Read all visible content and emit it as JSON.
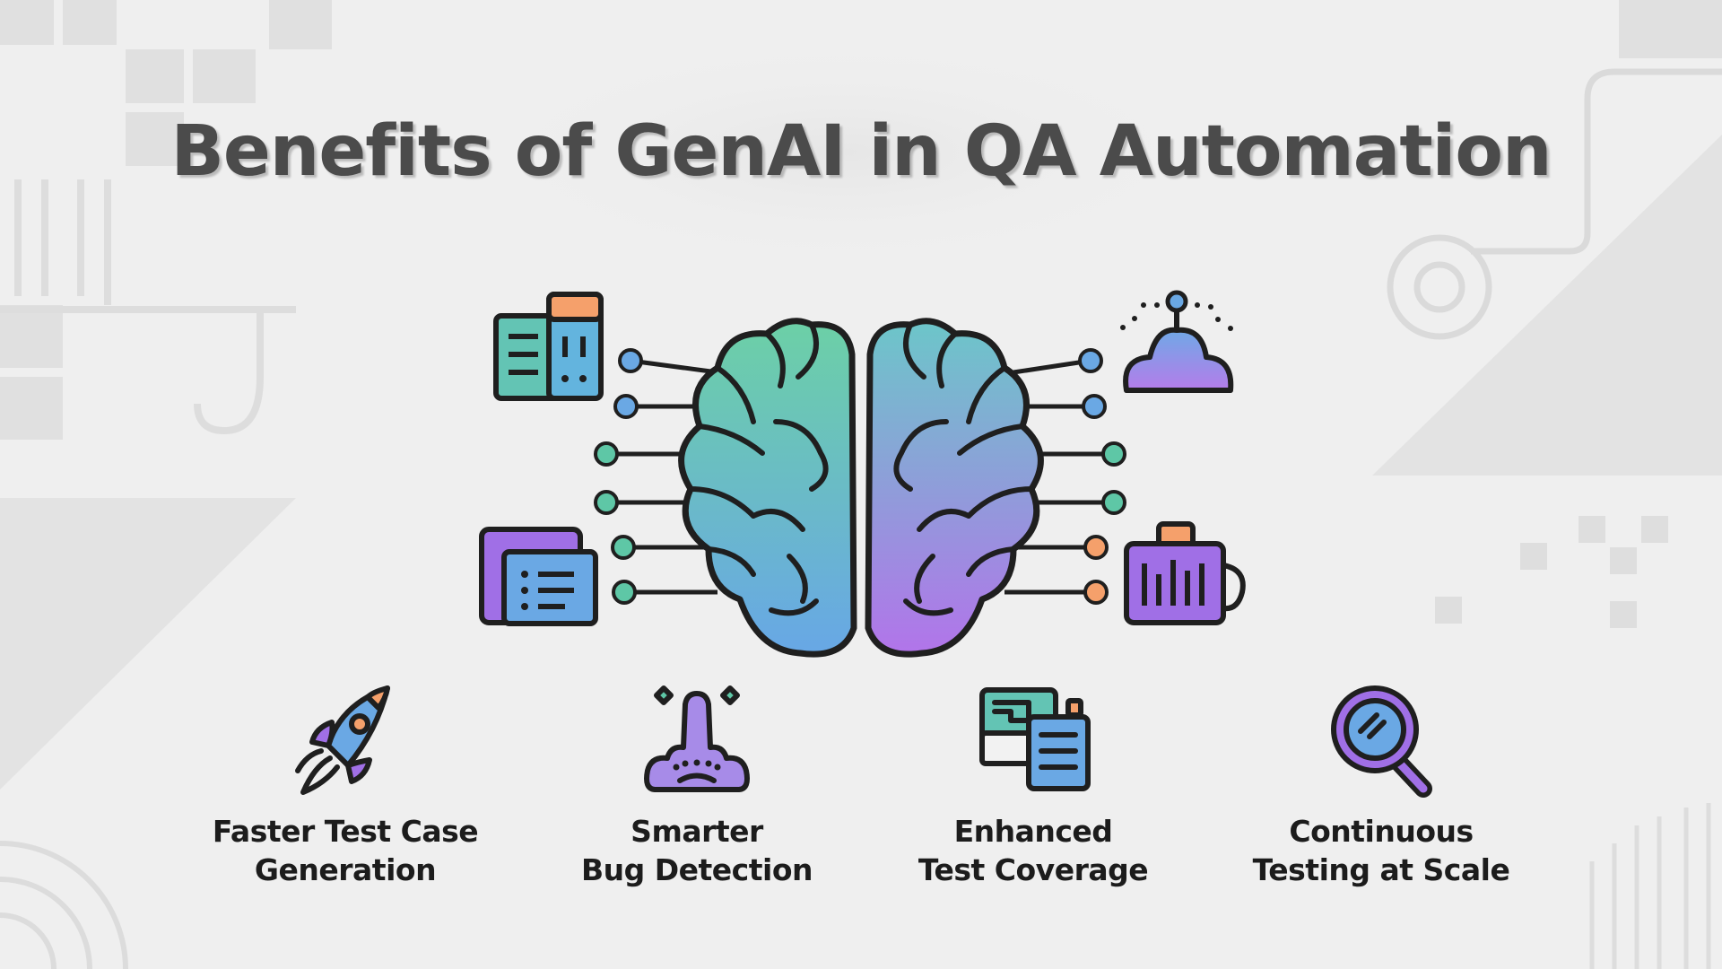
{
  "title": "Benefits of GenAI in QA Automation",
  "benefits": [
    {
      "icon": "rocket-icon",
      "line1": "Faster Test Case",
      "line2": "Generation"
    },
    {
      "icon": "bug-blob-icon",
      "line1": "Smarter",
      "line2": "Bug Detection"
    },
    {
      "icon": "test-panels-icon",
      "line1": "Enhanced",
      "line2": "Test Coverage"
    },
    {
      "icon": "magnifier-icon",
      "line1": "Continuous",
      "line2": "Testing at Scale"
    }
  ],
  "colors": {
    "title": "#4b4b4b",
    "label": "#1c1c1c",
    "outline": "#1f1f1f",
    "teal": "#5ec7a6",
    "blue": "#6aa8e4",
    "purple": "#a06fe6",
    "orange": "#f5a06b"
  }
}
